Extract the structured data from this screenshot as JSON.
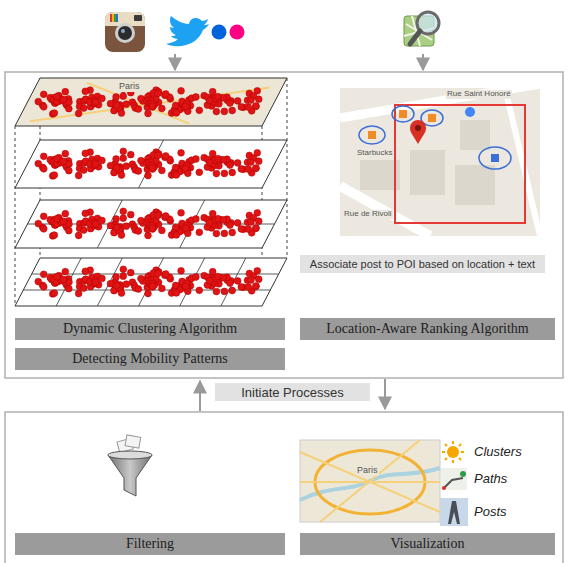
{
  "diagram": {
    "nodes": [
      {
        "text": [
          "Dynamic Clustering Algorithm"
        ]
      },
      {
        "text": [
          "Detecting Mobility Patterns"
        ]
      },
      {
        "text": [
          "Associate post to POI based on location + text"
        ]
      },
      {
        "text": [
          "Location-Aware Ranking Algorithm"
        ]
      },
      {
        "text": [
          "Initiate Processes"
        ]
      },
      {
        "text": [
          "Filtering"
        ]
      },
      {
        "text": [
          "Visualization"
        ]
      }
    ],
    "labels": [
      "Paris",
      "Starbucks",
      "Rue Saint Honoré",
      "Rue de Rivoli",
      "Paris"
    ],
    "legend": [
      {
        "text": "Clusters"
      },
      {
        "text": "Paths"
      },
      {
        "text": "Posts"
      }
    ]
  }
}
